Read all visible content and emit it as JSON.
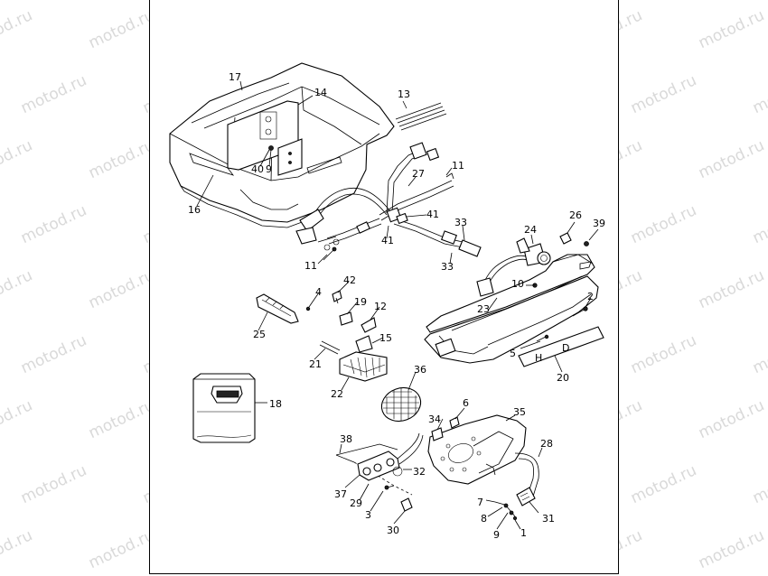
{
  "watermark_text": "motod.ru",
  "callouts": [
    {
      "id": "17",
      "label": "17"
    },
    {
      "id": "14",
      "label": "14"
    },
    {
      "id": "13",
      "label": "13"
    },
    {
      "id": "40",
      "label": "40"
    },
    {
      "id": "9a",
      "label": "9"
    },
    {
      "id": "16",
      "label": "16"
    },
    {
      "id": "27",
      "label": "27"
    },
    {
      "id": "11a",
      "label": "11"
    },
    {
      "id": "41a",
      "label": "41"
    },
    {
      "id": "41b",
      "label": "41"
    },
    {
      "id": "33a",
      "label": "33"
    },
    {
      "id": "33b",
      "label": "33"
    },
    {
      "id": "24",
      "label": "24"
    },
    {
      "id": "26",
      "label": "26"
    },
    {
      "id": "39",
      "label": "39"
    },
    {
      "id": "11b",
      "label": "11"
    },
    {
      "id": "42",
      "label": "42"
    },
    {
      "id": "4a",
      "label": "4"
    },
    {
      "id": "19",
      "label": "19"
    },
    {
      "id": "12",
      "label": "12"
    },
    {
      "id": "10",
      "label": "10"
    },
    {
      "id": "2",
      "label": "2"
    },
    {
      "id": "23",
      "label": "23"
    },
    {
      "id": "25",
      "label": "25"
    },
    {
      "id": "15",
      "label": "15"
    },
    {
      "id": "5",
      "label": "5"
    },
    {
      "id": "21",
      "label": "21"
    },
    {
      "id": "20",
      "label": "20"
    },
    {
      "id": "22",
      "label": "22"
    },
    {
      "id": "36",
      "label": "36"
    },
    {
      "id": "18",
      "label": "18"
    },
    {
      "id": "6",
      "label": "6"
    },
    {
      "id": "34",
      "label": "34"
    },
    {
      "id": "35",
      "label": "35"
    },
    {
      "id": "38",
      "label": "38"
    },
    {
      "id": "28",
      "label": "28"
    },
    {
      "id": "32",
      "label": "32"
    },
    {
      "id": "37",
      "label": "37"
    },
    {
      "id": "29",
      "label": "29"
    },
    {
      "id": "7",
      "label": "7"
    },
    {
      "id": "3",
      "label": "3"
    },
    {
      "id": "31",
      "label": "31"
    },
    {
      "id": "8",
      "label": "8"
    },
    {
      "id": "30",
      "label": "30"
    },
    {
      "id": "9b",
      "label": "9"
    },
    {
      "id": "1",
      "label": "1"
    }
  ],
  "plate_letters": [
    "H",
    "D"
  ],
  "colors": {
    "line": "#000000",
    "background": "#ffffff",
    "watermark": "#d9d9d9"
  }
}
